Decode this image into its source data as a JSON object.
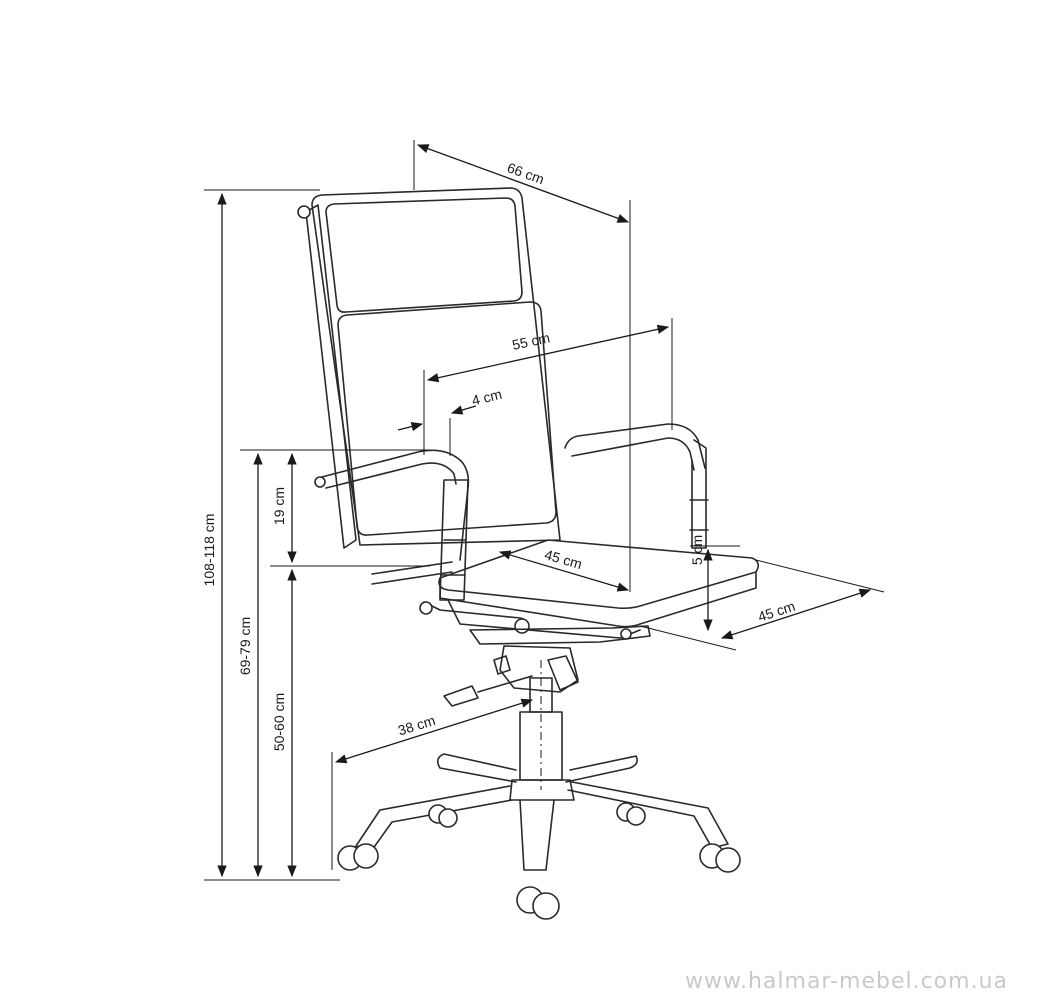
{
  "diagram": {
    "dimensions": {
      "overall_height": "108-118 cm",
      "seat_height_arm": "69-79 cm",
      "seat_height": "50-60 cm",
      "armrest_height": "19 cm",
      "overall_width": "66 cm",
      "arm_width": "55 cm",
      "arm_thickness": "4 cm",
      "seat_width": "45 cm",
      "seat_depth": "45 cm",
      "seat_thickness": "5 cm",
      "base_radius": "38 cm"
    }
  },
  "watermark": "www.halmar-mebel.com.ua"
}
